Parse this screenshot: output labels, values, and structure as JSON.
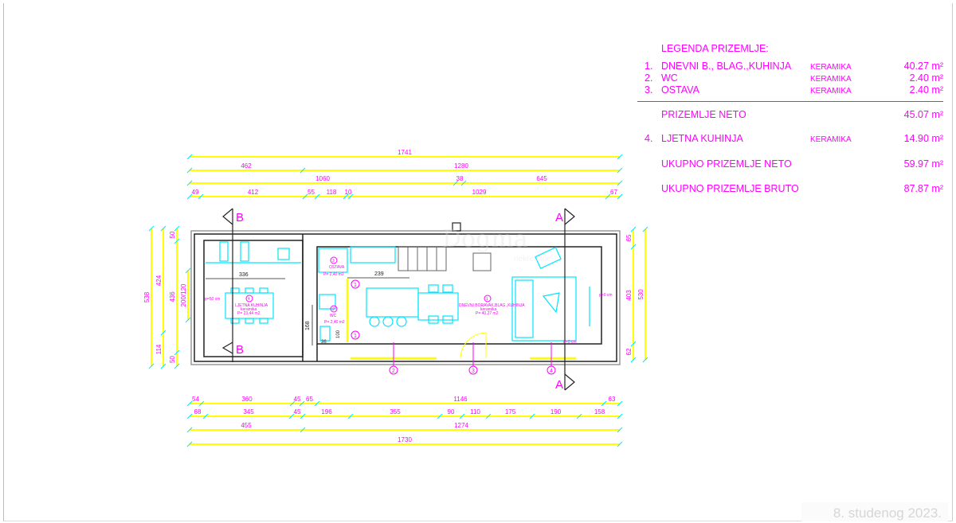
{
  "legend": {
    "title": "LEGENDA PRIZEMLJE:",
    "rows": [
      {
        "num": "1.",
        "name": "DNEVNI B., BLAG.,KUHINJA",
        "floor": "KERAMIKA",
        "area": "40.27 m²"
      },
      {
        "num": "2.",
        "name": "WC",
        "floor": "KERAMIKA",
        "area": "2.40 m²"
      },
      {
        "num": "3.",
        "name": "OSTAVA",
        "floor": "KERAMIKA",
        "area": "2.40 m²"
      }
    ],
    "neto": {
      "name": "PRIZEMLJE NETO",
      "area": "45.07 m²"
    },
    "summer": {
      "num": "4.",
      "name": "LJETNA KUHINJA",
      "floor": "KERAMIKA",
      "area": "14.90 m²"
    },
    "total_neto": {
      "name": "UKUPNO PRIZEMLJE  NETO",
      "area": "59.97 m²"
    },
    "total_bruto": {
      "name": "UKUPNO PRIZEMLJE  BRUTO",
      "area": "87.87 m²"
    }
  },
  "dims": {
    "top": [
      [
        "1741"
      ],
      [
        "462",
        "1280"
      ],
      [
        "1060",
        "38",
        "645"
      ],
      [
        "49",
        "412",
        "55",
        "118",
        "10",
        "1029",
        "67"
      ]
    ],
    "bottom": [
      [
        "54",
        "360",
        "45",
        "65",
        "1146",
        "63"
      ],
      [
        "68",
        "345",
        "45",
        "196",
        "355",
        "90",
        "110",
        "175",
        "190",
        "158"
      ],
      [
        "455",
        "1274"
      ],
      [
        "1730"
      ]
    ],
    "left": [
      "538",
      "424",
      "114",
      "50",
      "436",
      "50",
      "200/120"
    ],
    "right": [
      "65",
      "403",
      "62",
      "530"
    ],
    "inner": [
      "336",
      "239",
      "168",
      "100",
      "36"
    ]
  },
  "plan": {
    "section_a": "A",
    "section_b": "B",
    "rooms": {
      "summer": {
        "num": "4",
        "name": "LJETNA KUHINJA",
        "floor": "keramika",
        "area": "P= 23,44 m2",
        "level": "p=50 cm"
      },
      "living": {
        "num": "1",
        "name": "DNEVNI BORAVAK,BLAG.,KUHINJA",
        "floor": "keramika",
        "area": "P= 40,27 m2",
        "level": "p=0 cm",
        "level2": "p=0 cm"
      },
      "storage": {
        "num": "3",
        "name": "OSTAVA",
        "floor": "keramika",
        "area": "P= 2,40 m2"
      },
      "wc": {
        "num": "2",
        "name": "WC",
        "floor": "keramika",
        "area": "P= 2,40 m2"
      }
    },
    "markers": [
      "1",
      "1",
      "2",
      "3",
      "4"
    ]
  },
  "watermark": {
    "name": "Dogma",
    "sub": "nekretnine"
  },
  "date": "8. studenog 2023.",
  "colors": {
    "annotation": "#ff00ff",
    "dimension": "#ffff00",
    "furniture": "#00e5ff",
    "wall": "#222222"
  }
}
